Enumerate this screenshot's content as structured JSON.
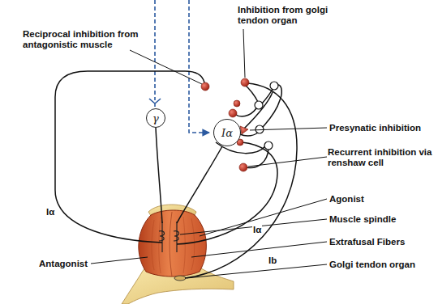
{
  "diagram": {
    "nodes": [
      {
        "text": [
          "γ"
        ]
      },
      {
        "text": [
          "Iα"
        ]
      }
    ],
    "labels": [
      "Reciprocal inhibition from antagonistic muscle",
      "Inhibition from golgi tendon organ",
      "Presynatic inhibition",
      "Recurrent inhibition via renshaw cell",
      "Agonist",
      "Muscle spindle",
      "Extrafusal Fibers",
      "Golgi tendon organ",
      "Antagonist",
      "Iα",
      "Iα",
      "Ib"
    ]
  }
}
